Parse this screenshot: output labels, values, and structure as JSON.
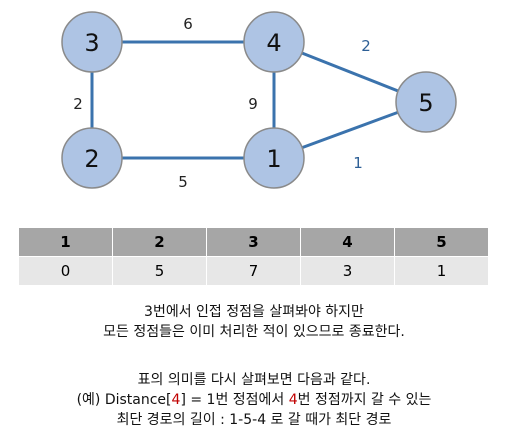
{
  "graph": {
    "nodes": [
      {
        "id": "1",
        "label": "1"
      },
      {
        "id": "2",
        "label": "2"
      },
      {
        "id": "3",
        "label": "3"
      },
      {
        "id": "4",
        "label": "4"
      },
      {
        "id": "5",
        "label": "5"
      }
    ],
    "edges": [
      {
        "from": "3",
        "to": "4",
        "weight": "6"
      },
      {
        "from": "3",
        "to": "2",
        "weight": "2"
      },
      {
        "from": "4",
        "to": "1",
        "weight": "9"
      },
      {
        "from": "2",
        "to": "1",
        "weight": "5"
      },
      {
        "from": "4",
        "to": "5",
        "weight": "2"
      },
      {
        "from": "1",
        "to": "5",
        "weight": "1"
      }
    ]
  },
  "table": {
    "headers": [
      "1",
      "2",
      "3",
      "4",
      "5"
    ],
    "values": [
      "0",
      "5",
      "7",
      "3",
      "1"
    ]
  },
  "caption1": {
    "line1": "3번에서 인접 정점을 살펴봐야 하지만",
    "line2": "모든 정점들은 이미 처리한 적이 있으므로 종료한다."
  },
  "caption2": {
    "line1": "표의 의미를 다시 살펴보면 다음과 같다.",
    "line2_a": "(예) Distance[",
    "line2_b": "4",
    "line2_c": "] = 1번 정점에서 ",
    "line2_d": "4",
    "line2_e": "번 정점까지 갈 수 있는",
    "line3": "최단 경로의 길이 : 1-5-4 로 갈 때가 최단 경로"
  },
  "colors": {
    "node_fill": "#aec4e4",
    "edge": "#3b73ad",
    "header_bg": "#a6a6a6",
    "cell_bg": "#e7e7e7",
    "highlight": "#c00000"
  }
}
